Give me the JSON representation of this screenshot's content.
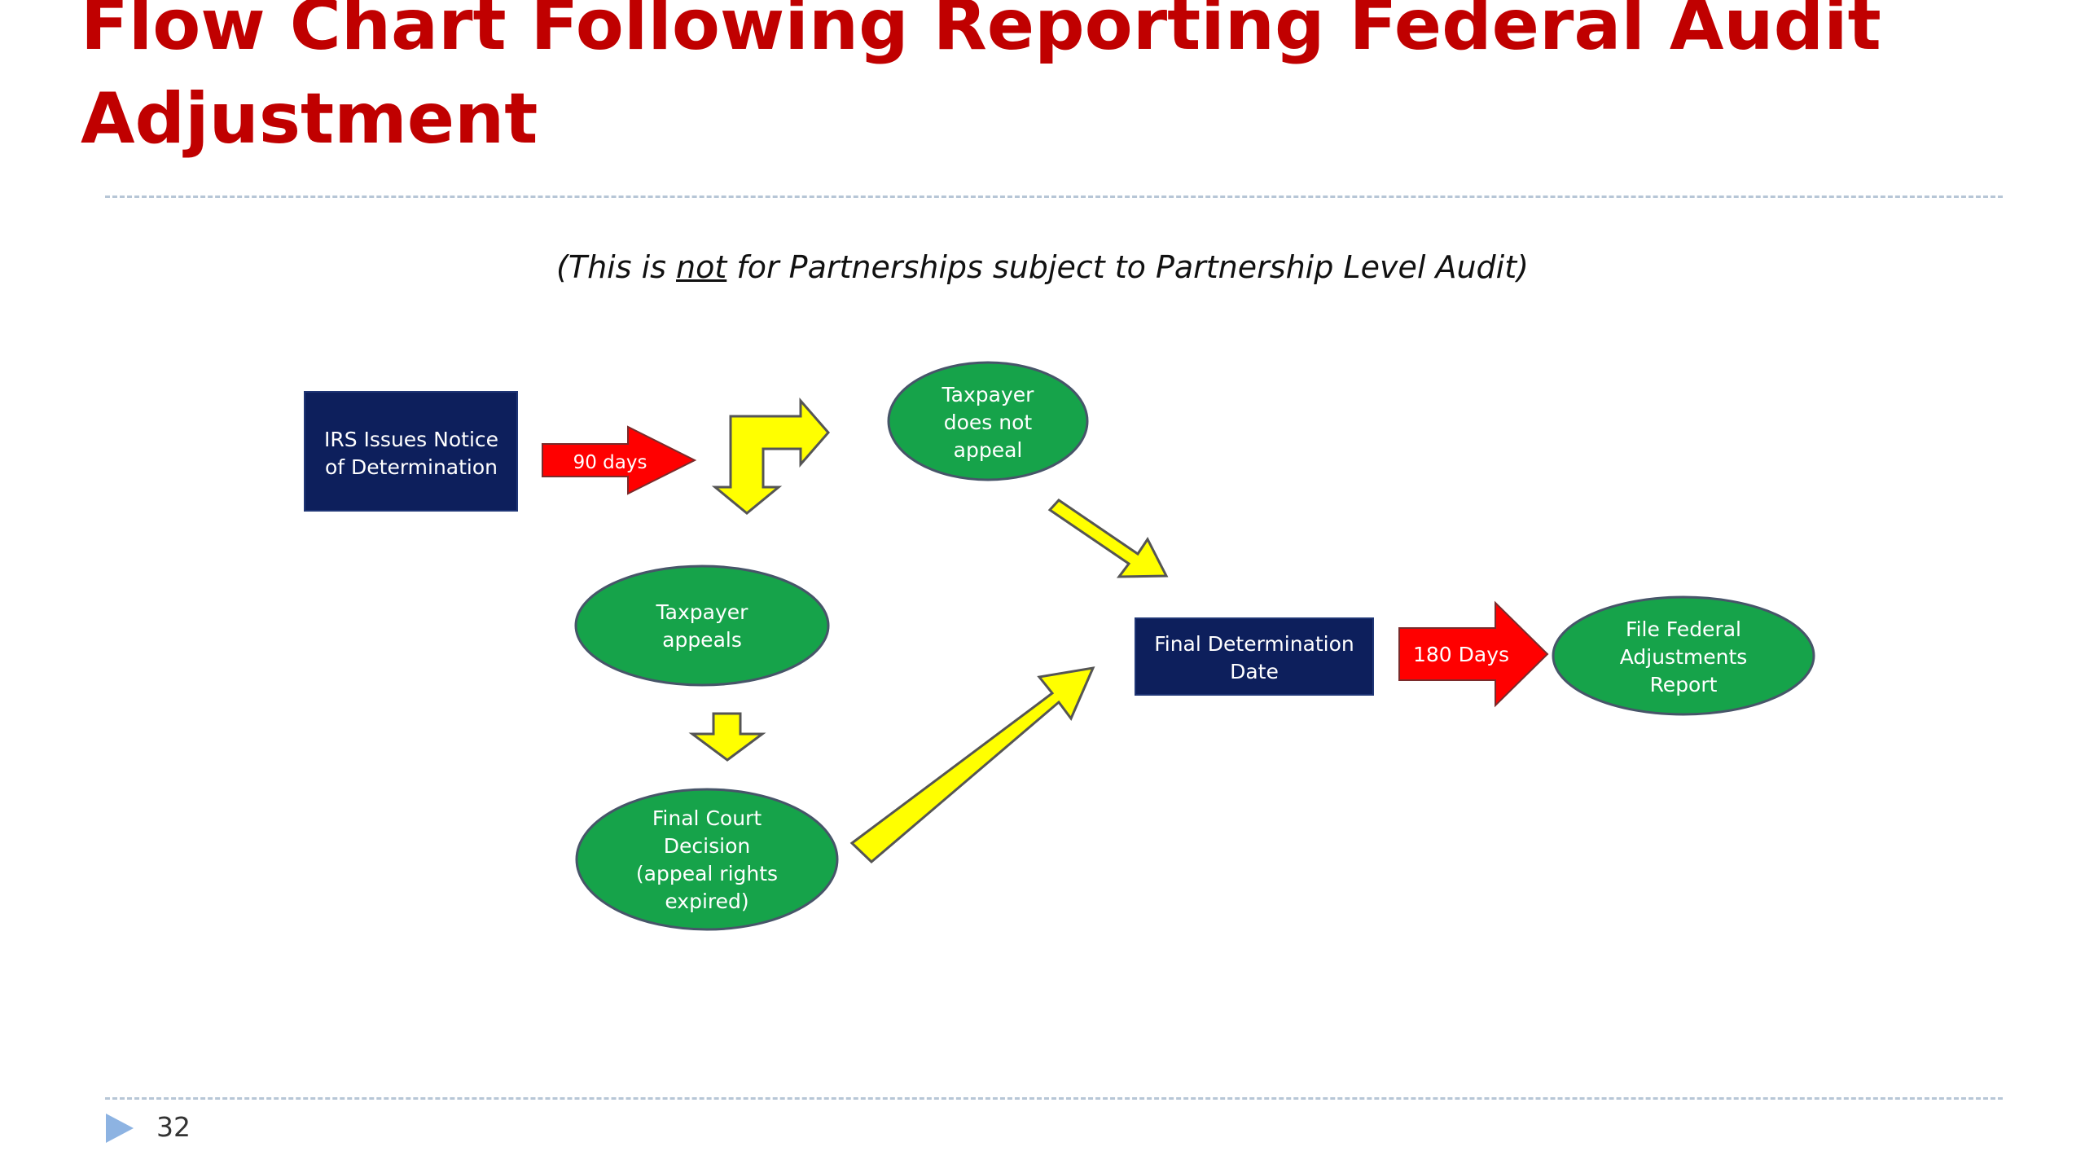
{
  "slide": {
    "title_lines": [
      "Flow Chart Following Reporting Federal Audit",
      "Adjustment"
    ],
    "subtitle": {
      "open_paren": "(",
      "prefix": "This is ",
      "underlined": "not",
      "suffix": " for Partnerships subject to Partnership Level Audit",
      "close_paren": ")"
    },
    "page_number": "32"
  },
  "diagram": {
    "nodes": {
      "irs_notice": {
        "lines": [
          "IRS Issues Notice",
          "of Determination"
        ],
        "shape": "rectangle",
        "color": "#0d1f5c"
      },
      "no_appeal": {
        "lines": [
          "Taxpayer",
          "does not",
          "appeal"
        ],
        "shape": "ellipse",
        "color": "#16a34a"
      },
      "appeals": {
        "lines": [
          "Taxpayer",
          "appeals"
        ],
        "shape": "ellipse",
        "color": "#16a34a"
      },
      "court_decision": {
        "lines": [
          "Final Court",
          "Decision",
          "(appeal rights",
          "expired)"
        ],
        "shape": "ellipse",
        "color": "#16a34a"
      },
      "final_date": {
        "lines": [
          "Final Determination",
          "Date"
        ],
        "shape": "rectangle",
        "color": "#0d1f5c"
      },
      "file_report": {
        "lines": [
          "File Federal",
          "Adjustments",
          "Report"
        ],
        "shape": "ellipse",
        "color": "#16a34a"
      }
    },
    "arrow_labels": {
      "days_90": "90 days",
      "days_180": "180 Days"
    },
    "colors": {
      "red_arrow": "#ff0000",
      "yellow_arrow": "#ffff00",
      "node_text": "#ffffff",
      "outline": "#555555",
      "title": "#c00000",
      "pager_triangle": "#8db3e2"
    }
  }
}
